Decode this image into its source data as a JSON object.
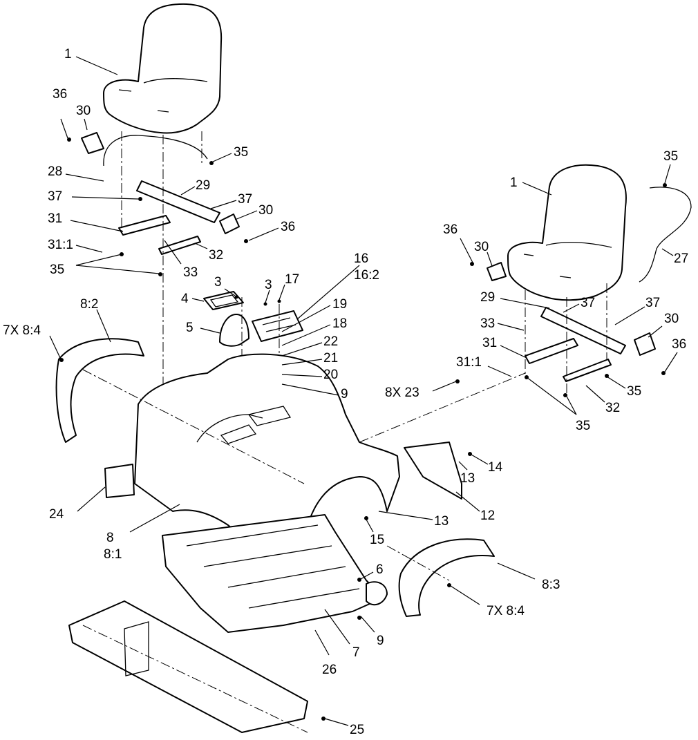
{
  "callouts": {
    "c1_left": "1",
    "c36_left_top": "36",
    "c30_left_top": "30",
    "c35_left_top": "35",
    "c28": "28",
    "c29_left": "29",
    "c37_left_a": "37",
    "c37_left_b": "37",
    "c30_left_mid": "30",
    "c36_left_mid": "36",
    "c31_left": "31",
    "c31_1_left": "31:1",
    "c32_left": "32",
    "c33_left": "33",
    "c35_left_bottom": "35",
    "c3_a": "3",
    "c3_b": "3",
    "c17": "17",
    "c16": "16",
    "c16_2": "16:2",
    "c4": "4",
    "c19": "19",
    "c5": "5",
    "c18": "18",
    "c22": "22",
    "c21": "21",
    "c20": "20",
    "c9_mid": "9",
    "c8_2": "8:2",
    "c7x_8_4_left": "7X  8:4",
    "c1_right": "1",
    "c35_right_top": "35",
    "c27": "27",
    "c36_right_top": "36",
    "c30_right_top": "30",
    "c29_right": "29",
    "c37_right_a": "37",
    "c37_right_b": "37",
    "c30_right_mid": "30",
    "c33_right": "33",
    "c31_right": "31",
    "c36_right_mid": "36",
    "c31_1_right": "31:1",
    "c8x_23": "8X  23",
    "c35_right_b1": "35",
    "c32_right": "32",
    "c35_right_b2": "35",
    "c14": "14",
    "c13_a": "13",
    "c24": "24",
    "c12": "12",
    "c13_b": "13",
    "c8": "8",
    "c15": "15",
    "c8_1": "8:1",
    "c6": "6",
    "c8_3": "8:3",
    "c7x_8_4_right": "7X  8:4",
    "c9_bottom": "9",
    "c7": "7",
    "c26": "26",
    "c25": "25"
  }
}
